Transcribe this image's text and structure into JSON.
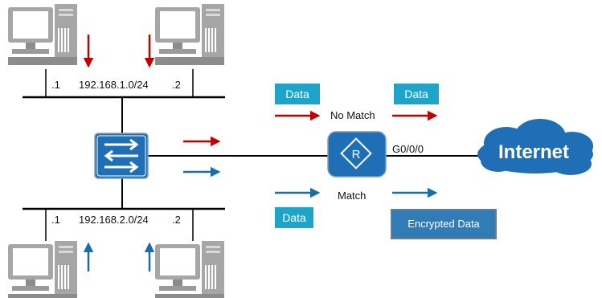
{
  "subnets": {
    "top": {
      "host_left": ".1",
      "network": "192.168.1.0/24",
      "host_right": ".2"
    },
    "bottom": {
      "host_left": ".1",
      "network": "192.168.2.0/24",
      "host_right": ".2"
    }
  },
  "flows": {
    "no_match": {
      "label": "No Match",
      "box_in": "Data",
      "box_out": "Data"
    },
    "match": {
      "label": "Match",
      "box_in": "Data",
      "box_out": "Encrypted Data"
    }
  },
  "router": {
    "interface": "G0/0/0"
  },
  "cloud": {
    "label": "Internet"
  },
  "colors": {
    "no_match": "#c00000",
    "match": "#1a6ea8",
    "device": "#1e6fb5",
    "data_box": "#1ea3c9",
    "pc": "#a6a6a6"
  },
  "icons": [
    "pc-icon",
    "switch-icon",
    "router-icon",
    "cloud-icon"
  ]
}
